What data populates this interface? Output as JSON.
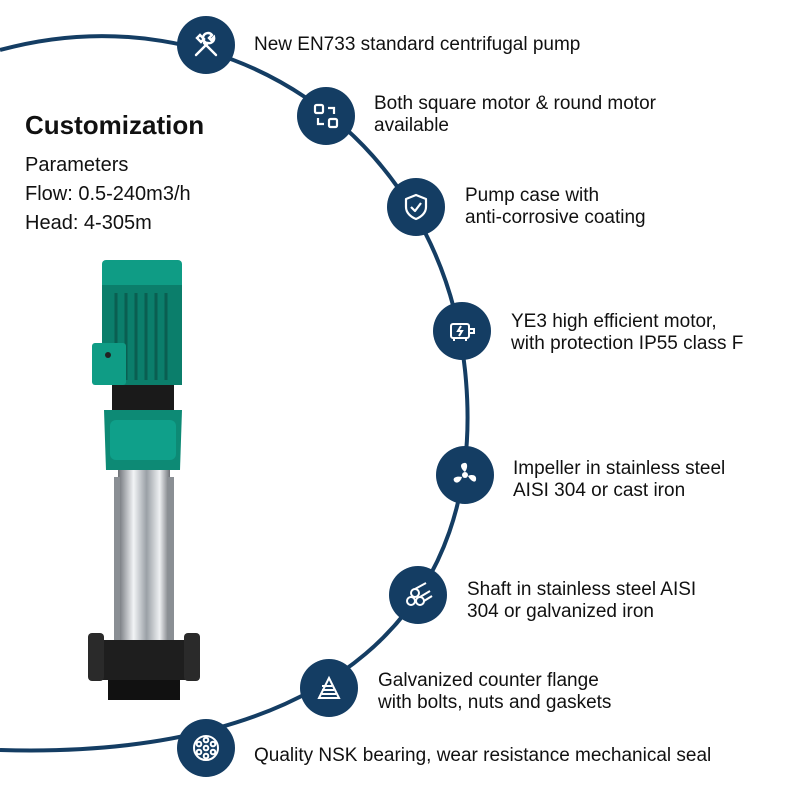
{
  "header": {
    "title": "Customization",
    "params_label": "Parameters",
    "flow": "Flow: 0.5-240m3/h",
    "head": "Head: 4-305m"
  },
  "features": [
    {
      "icon": "tools-icon",
      "lines": [
        "New EN733 standard centrifugal pump"
      ]
    },
    {
      "icon": "swap-shapes-icon",
      "lines": [
        "Both square motor & round motor",
        "available"
      ]
    },
    {
      "icon": "shield-check-icon",
      "lines": [
        "Pump case with",
        "anti-corrosive coating"
      ]
    },
    {
      "icon": "motor-icon",
      "lines": [
        "YE3 high efficient motor,",
        "with protection IP55 class F"
      ]
    },
    {
      "icon": "fan-impeller-icon",
      "lines": [
        "Impeller in stainless steel",
        "AISI 304 or cast iron"
      ]
    },
    {
      "icon": "shaft-rods-icon",
      "lines": [
        "Shaft in stainless steel AISI",
        "304 or galvanized iron"
      ]
    },
    {
      "icon": "flange-stack-icon",
      "lines": [
        "Galvanized counter flange",
        "with bolts, nuts and gaskets"
      ]
    },
    {
      "icon": "bearing-icon",
      "lines": [
        "Quality NSK bearing, wear resistance mechanical seal"
      ]
    }
  ],
  "colors": {
    "navy": "#143d63",
    "pump_green": "#0f8f7a",
    "steel": "#c8ccd0"
  }
}
